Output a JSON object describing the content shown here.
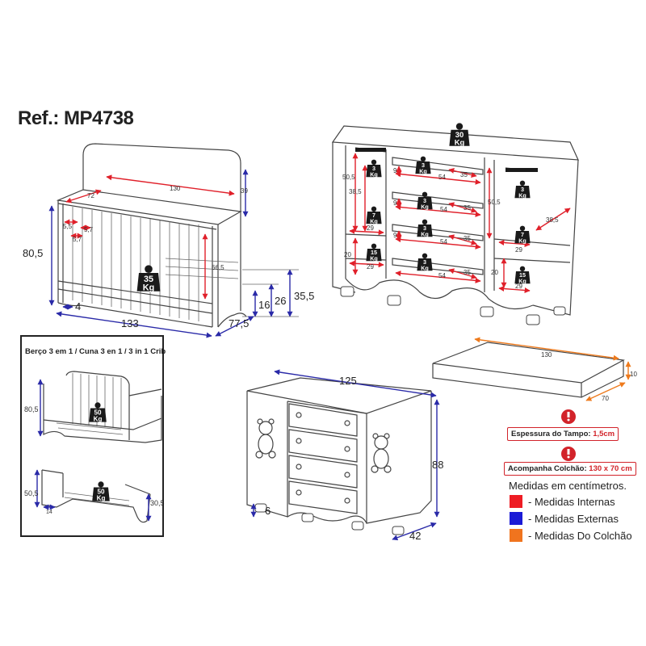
{
  "ref": "Ref.: MP4738",
  "crib": {
    "dims": {
      "top_width": "130",
      "back_height": "39",
      "side_depth": "72",
      "rail_a": "5,5",
      "rail_b": "5,7",
      "rail_c": "5,7",
      "height": "80,5",
      "inner_height": "66,5",
      "d16": "16",
      "d26": "26",
      "d355": "35,5",
      "foot": "4",
      "width": "133",
      "depth": "77,5"
    },
    "weight": {
      "value": "35",
      "unit": "Kg"
    }
  },
  "dresser_top": {
    "dims": {
      "left_h1": "50,5",
      "left_h2": "38,5",
      "left_h3": "20",
      "left_w1": "29",
      "left_w2": "29",
      "drawer_w": [
        "54",
        "54",
        "54",
        "54"
      ],
      "drawer_d": [
        "35",
        "35",
        "35",
        "35"
      ],
      "drawer_h": [
        "9",
        "9",
        "9"
      ],
      "right_h1": "50,5",
      "right_h2": "20",
      "right_w1": "29",
      "right_w2": "29",
      "right_depth": "38,5"
    },
    "weights": {
      "top": {
        "value": "30",
        "unit": "Kg"
      },
      "shelf_l": {
        "value": "3",
        "unit": "Kg"
      },
      "shelf_r": {
        "value": "3",
        "unit": "Kg"
      },
      "drawer1": {
        "value": "3",
        "unit": "Kg"
      },
      "drawer2": {
        "value": "3",
        "unit": "Kg"
      },
      "drawer3": {
        "value": "3",
        "unit": "Kg"
      },
      "drawer4": {
        "value": "3",
        "unit": "Kg"
      },
      "mid_l": {
        "value": "7",
        "unit": "Kg"
      },
      "mid_r": {
        "value": "7",
        "unit": "Kg"
      },
      "bottom_l": {
        "value": "15",
        "unit": "Kg"
      },
      "bottom_r": {
        "value": "15",
        "unit": "Kg"
      }
    }
  },
  "crib_box": {
    "title": "Berço 3 em 1 / Cuna 3 en 1 / 3 in 1 Crib",
    "dims": {
      "sofa_h": "80,5",
      "bed_h": "50,5",
      "bed_h2": "30,5",
      "bed_foot": "14"
    },
    "weights": {
      "sofa": {
        "value": "50",
        "unit": "Kg"
      },
      "bed": {
        "value": "50",
        "unit": "Kg"
      }
    }
  },
  "mattress": {
    "dims": {
      "length": "130",
      "width": "70",
      "thickness": "10"
    }
  },
  "dresser_front": {
    "dims": {
      "width": "125",
      "height": "88",
      "depth": "42",
      "foot": "6"
    }
  },
  "notes": {
    "top_label": "Espessura do Tampo:",
    "top_value": "1,5cm",
    "mattress_label": "Acompanha Colchão:",
    "mattress_value": "130 x 70 cm"
  },
  "legend": {
    "title": "Medidas em centímetros.",
    "items": [
      {
        "label": "- Medidas Internas",
        "color": "#ee1c24"
      },
      {
        "label": "- Medidas Externas",
        "color": "#1b1bd6"
      },
      {
        "label": "- Medidas Do Colchão",
        "color": "#f0741e"
      }
    ]
  }
}
